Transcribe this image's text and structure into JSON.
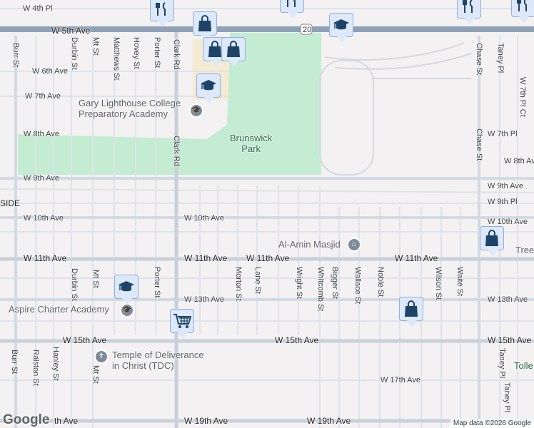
{
  "streets": {
    "w4thpl": "W 4th Pl",
    "w5th": "W 5th Ave",
    "w6th": "W 6th Ave",
    "w7th": "W 7th Ave",
    "w8th": "W 8th Ave",
    "w9th": "W 9th Ave",
    "w9thpl": "W 9th Pl",
    "w10th": "W 10th Ave",
    "w11th": "W 11th Ave",
    "w13th": "W 13th Ave",
    "w15th": "W 15th Ave",
    "w17th": "W 17th Ave",
    "w19th": "W 19th Ave",
    "w19th_partial": "th Ave",
    "w7thpl": "W 7th Pl",
    "w7thplct": "W 7th Pl Ct",
    "durbin": "Durbin St",
    "mt": "Mt St",
    "matthews": "Matthews St",
    "hovey": "Hovey St",
    "porter": "Porter St",
    "clark": "Clark Rd",
    "burr": "Burr St",
    "chase": "Chase St",
    "taney": "Taney Pl",
    "morton": "Morton St",
    "lane": "Lane St",
    "wright": "Wright St",
    "whitcomb": "Whitcomb St",
    "bigger": "Bigger St",
    "wallace": "Wallace St",
    "noble": "Noble St",
    "wilson": "Wilson St",
    "waite": "Waite St",
    "ralston": "Ralston St",
    "hanley": "Hanley St",
    "route": "20"
  },
  "places": {
    "gary_l1": "Gary Lighthouse College",
    "gary_l2": "Preparatory Academy",
    "park_l1": "Brunswick",
    "park_l2": "Park",
    "masjid": "Al-Amin Masjid",
    "aspire": "Aspire Charter Academy",
    "temple_l1": "Temple of Deliverance",
    "temple_l2": "in Christ (TDC)",
    "side": "SIDE",
    "tree": "Tree",
    "tolle": "Tolle"
  },
  "markers": [
    "restaurant-icon",
    "shopping-bag-icon",
    "shopping-bag-icon",
    "shopping-bag-icon",
    "school-icon",
    "school-icon",
    "school-icon",
    "shopping-cart-icon",
    "shopping-bag-icon",
    "shopping-bag-icon",
    "restaurant-icon",
    "restaurant-icon",
    "restaurant-icon"
  ],
  "colors": {
    "park": "#c3ecd2",
    "highway": "#8fa1b6",
    "marker_bg": "#dde8fa",
    "marker_icon": "#1d4466"
  },
  "attribution": {
    "logo": "Google",
    "text": "Map data ©2026 Google"
  }
}
